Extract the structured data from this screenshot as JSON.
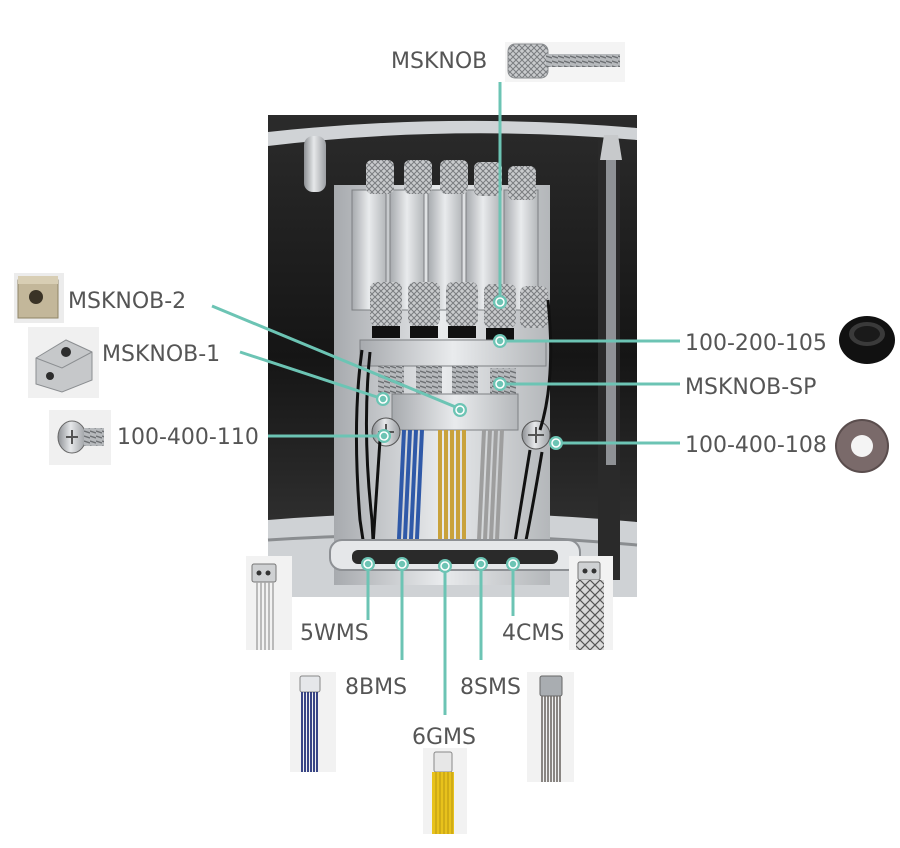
{
  "colors": {
    "leader": "#6cc4b4",
    "label": "#555555",
    "photo_dark": "#1b1b1b",
    "chrome": "#b9bcbf",
    "wire_blue": "#2f59a8",
    "wire_gold": "#c9a23b",
    "wire_silver": "#9e9e9e",
    "wire_black": "#111111",
    "wire_yellow": "#e8c21c",
    "wire_navy": "#25337a"
  },
  "labels": {
    "msknob": "MSKNOB",
    "msknob_2": "MSKNOB-2",
    "msknob_1": "MSKNOB-1",
    "p100_400_110": "100-400-110",
    "p100_200_105": "100-200-105",
    "msknob_sp": "MSKNOB-SP",
    "p100_400_108": "100-400-108",
    "w5wms": "5WMS",
    "w8bms": "8BMS",
    "w6gms": "6GMS",
    "w8sms": "8SMS",
    "w4cms": "4CMS"
  },
  "icons": {
    "main_photo": "bridge-photo-icon",
    "msknob": "thumb-screw-icon",
    "msknob_2": "brass-block-icon",
    "msknob_1": "steel-block-icon",
    "p100_400_110": "round-head-screw-icon",
    "p100_200_105": "rubber-ring-icon",
    "p100_400_108": "washer-icon",
    "w5wms": "white-wire-icon",
    "w8bms": "blue-wire-icon",
    "w6gms": "yellow-wire-icon",
    "w8sms": "silver-wire-icon",
    "w4cms": "braided-wire-icon"
  }
}
